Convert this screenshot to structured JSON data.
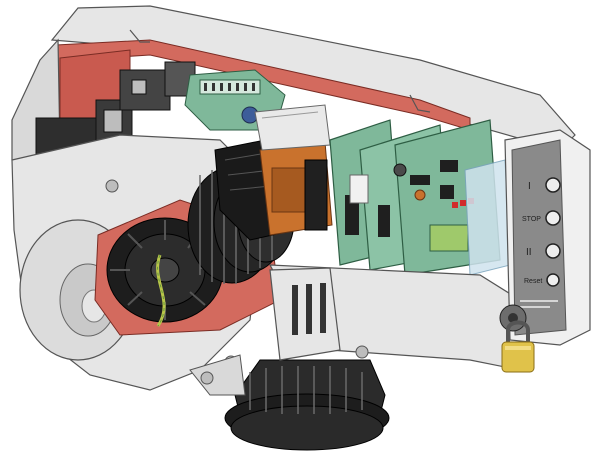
{
  "panel": {
    "label_open": "I",
    "label_stop": "STOP",
    "label_close": "II",
    "label_reset": "Reset"
  },
  "colors": {
    "housing": "#e6e6e6",
    "housing_shade": "#c9c9c9",
    "interior_red": "#d36a5e",
    "pcb_green": "#7fb89a",
    "pcb_dark": "#3f7a5b",
    "motor_black": "#1d1d1d",
    "transformer_orange": "#c9722d",
    "lcd_green": "#9fc96b",
    "padlock_gold": "#e0c24a",
    "panel_gray": "#8a8a8a"
  }
}
